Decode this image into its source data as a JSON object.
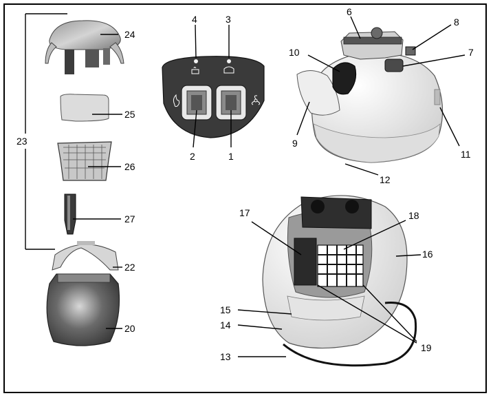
{
  "callouts": {
    "n1": "1",
    "n2": "2",
    "n3": "3",
    "n4": "4",
    "n6": "6",
    "n7": "7",
    "n8": "8",
    "n9": "9",
    "n10": "10",
    "n11": "11",
    "n12": "12",
    "n13": "13",
    "n14": "14",
    "n15": "15",
    "n16": "16",
    "n17": "17",
    "n18": "18",
    "n19": "19",
    "n20": "20",
    "n22": "22",
    "n23": "23",
    "n24": "24",
    "n25": "25",
    "n26": "26",
    "n27": "27"
  },
  "icons": {
    "panel_left_icon": "flame-icon",
    "panel_right_icon": "fan-icon",
    "indicator_4_icon": "hand-steam-icon",
    "indicator_3_icon": "boiler-icon"
  },
  "colors": {
    "panel": "#3a3a3a",
    "body_light": "#ececec",
    "body_dark": "#5a5a5a"
  }
}
